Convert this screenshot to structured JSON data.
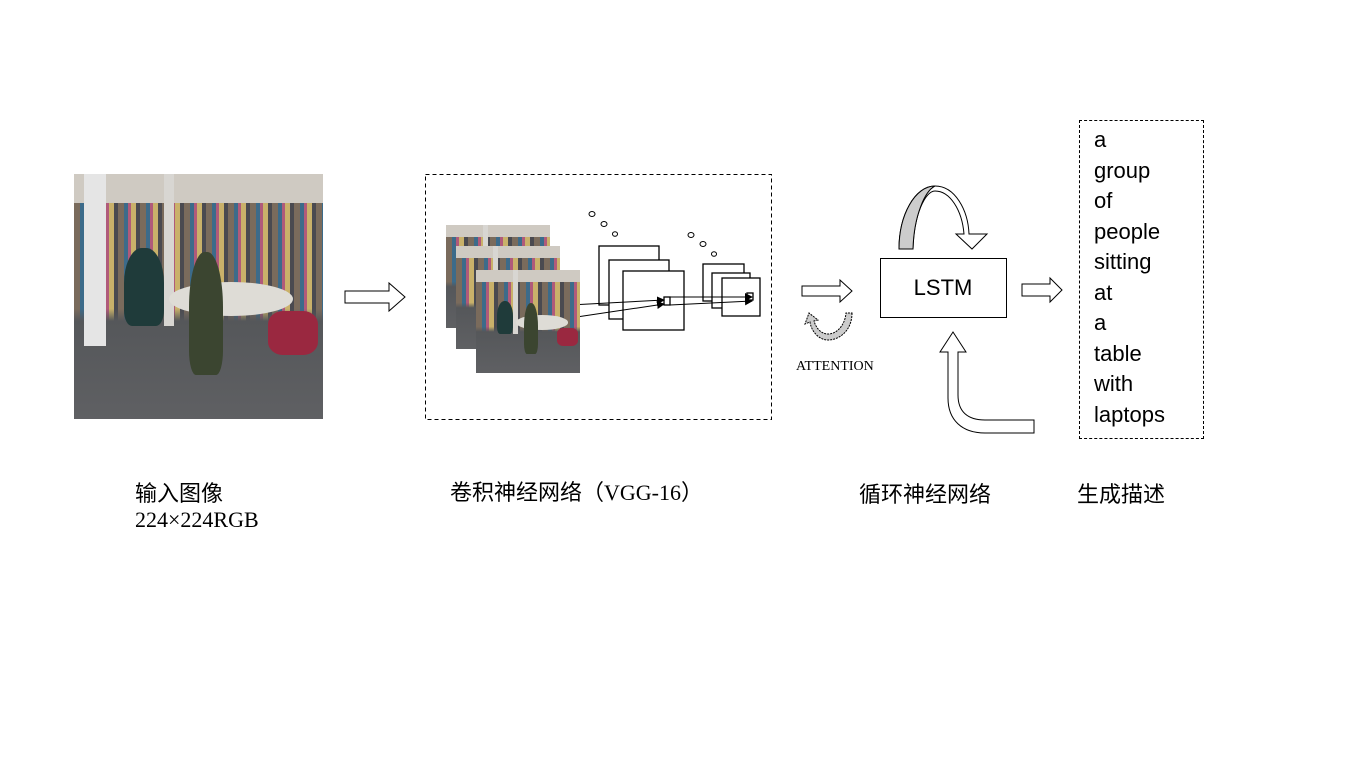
{
  "input": {
    "title": "输入图像",
    "subtitle": "224×224RGB"
  },
  "cnn": {
    "title": "卷积神经网络（VGG-16）"
  },
  "rnn": {
    "title": "循环神经网络",
    "cell_label": "LSTM",
    "attention_label": "ATTENTION"
  },
  "output": {
    "title": "生成描述",
    "words": [
      "a",
      "group",
      "of",
      "people",
      "sitting",
      "at",
      "a",
      "table",
      "with",
      "laptops"
    ]
  }
}
